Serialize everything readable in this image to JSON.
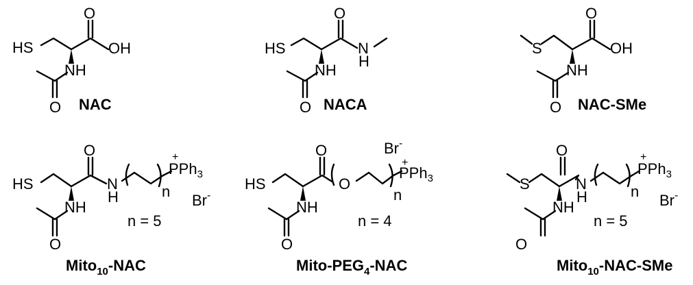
{
  "compounds": {
    "nac": {
      "name": "NAC"
    },
    "naca": {
      "name": "NACA"
    },
    "nacsme": {
      "name": "NAC-SMe"
    },
    "mito10nac": {
      "name_pre": "Mito",
      "name_sub": "10",
      "name_post": "-NAC",
      "n_label": "n = 5"
    },
    "mitopeg4nac": {
      "name_pre": "Mito-PEG",
      "name_sub": "4",
      "name_post": "-NAC",
      "n_label": "n = 4"
    },
    "mito10nacsme": {
      "name_pre": "Mito",
      "name_sub": "10",
      "name_post": "-NAC-SMe",
      "n_label": "n = 5"
    }
  },
  "atoms": {
    "sh": "HS",
    "s": "S",
    "oh": "OH",
    "o": "O",
    "nh": "NH",
    "n": "N",
    "h": "H",
    "pph": "PPh",
    "three": "3",
    "plus": "+",
    "br": "Br",
    "minus": "-",
    "n_repeat": "n"
  }
}
